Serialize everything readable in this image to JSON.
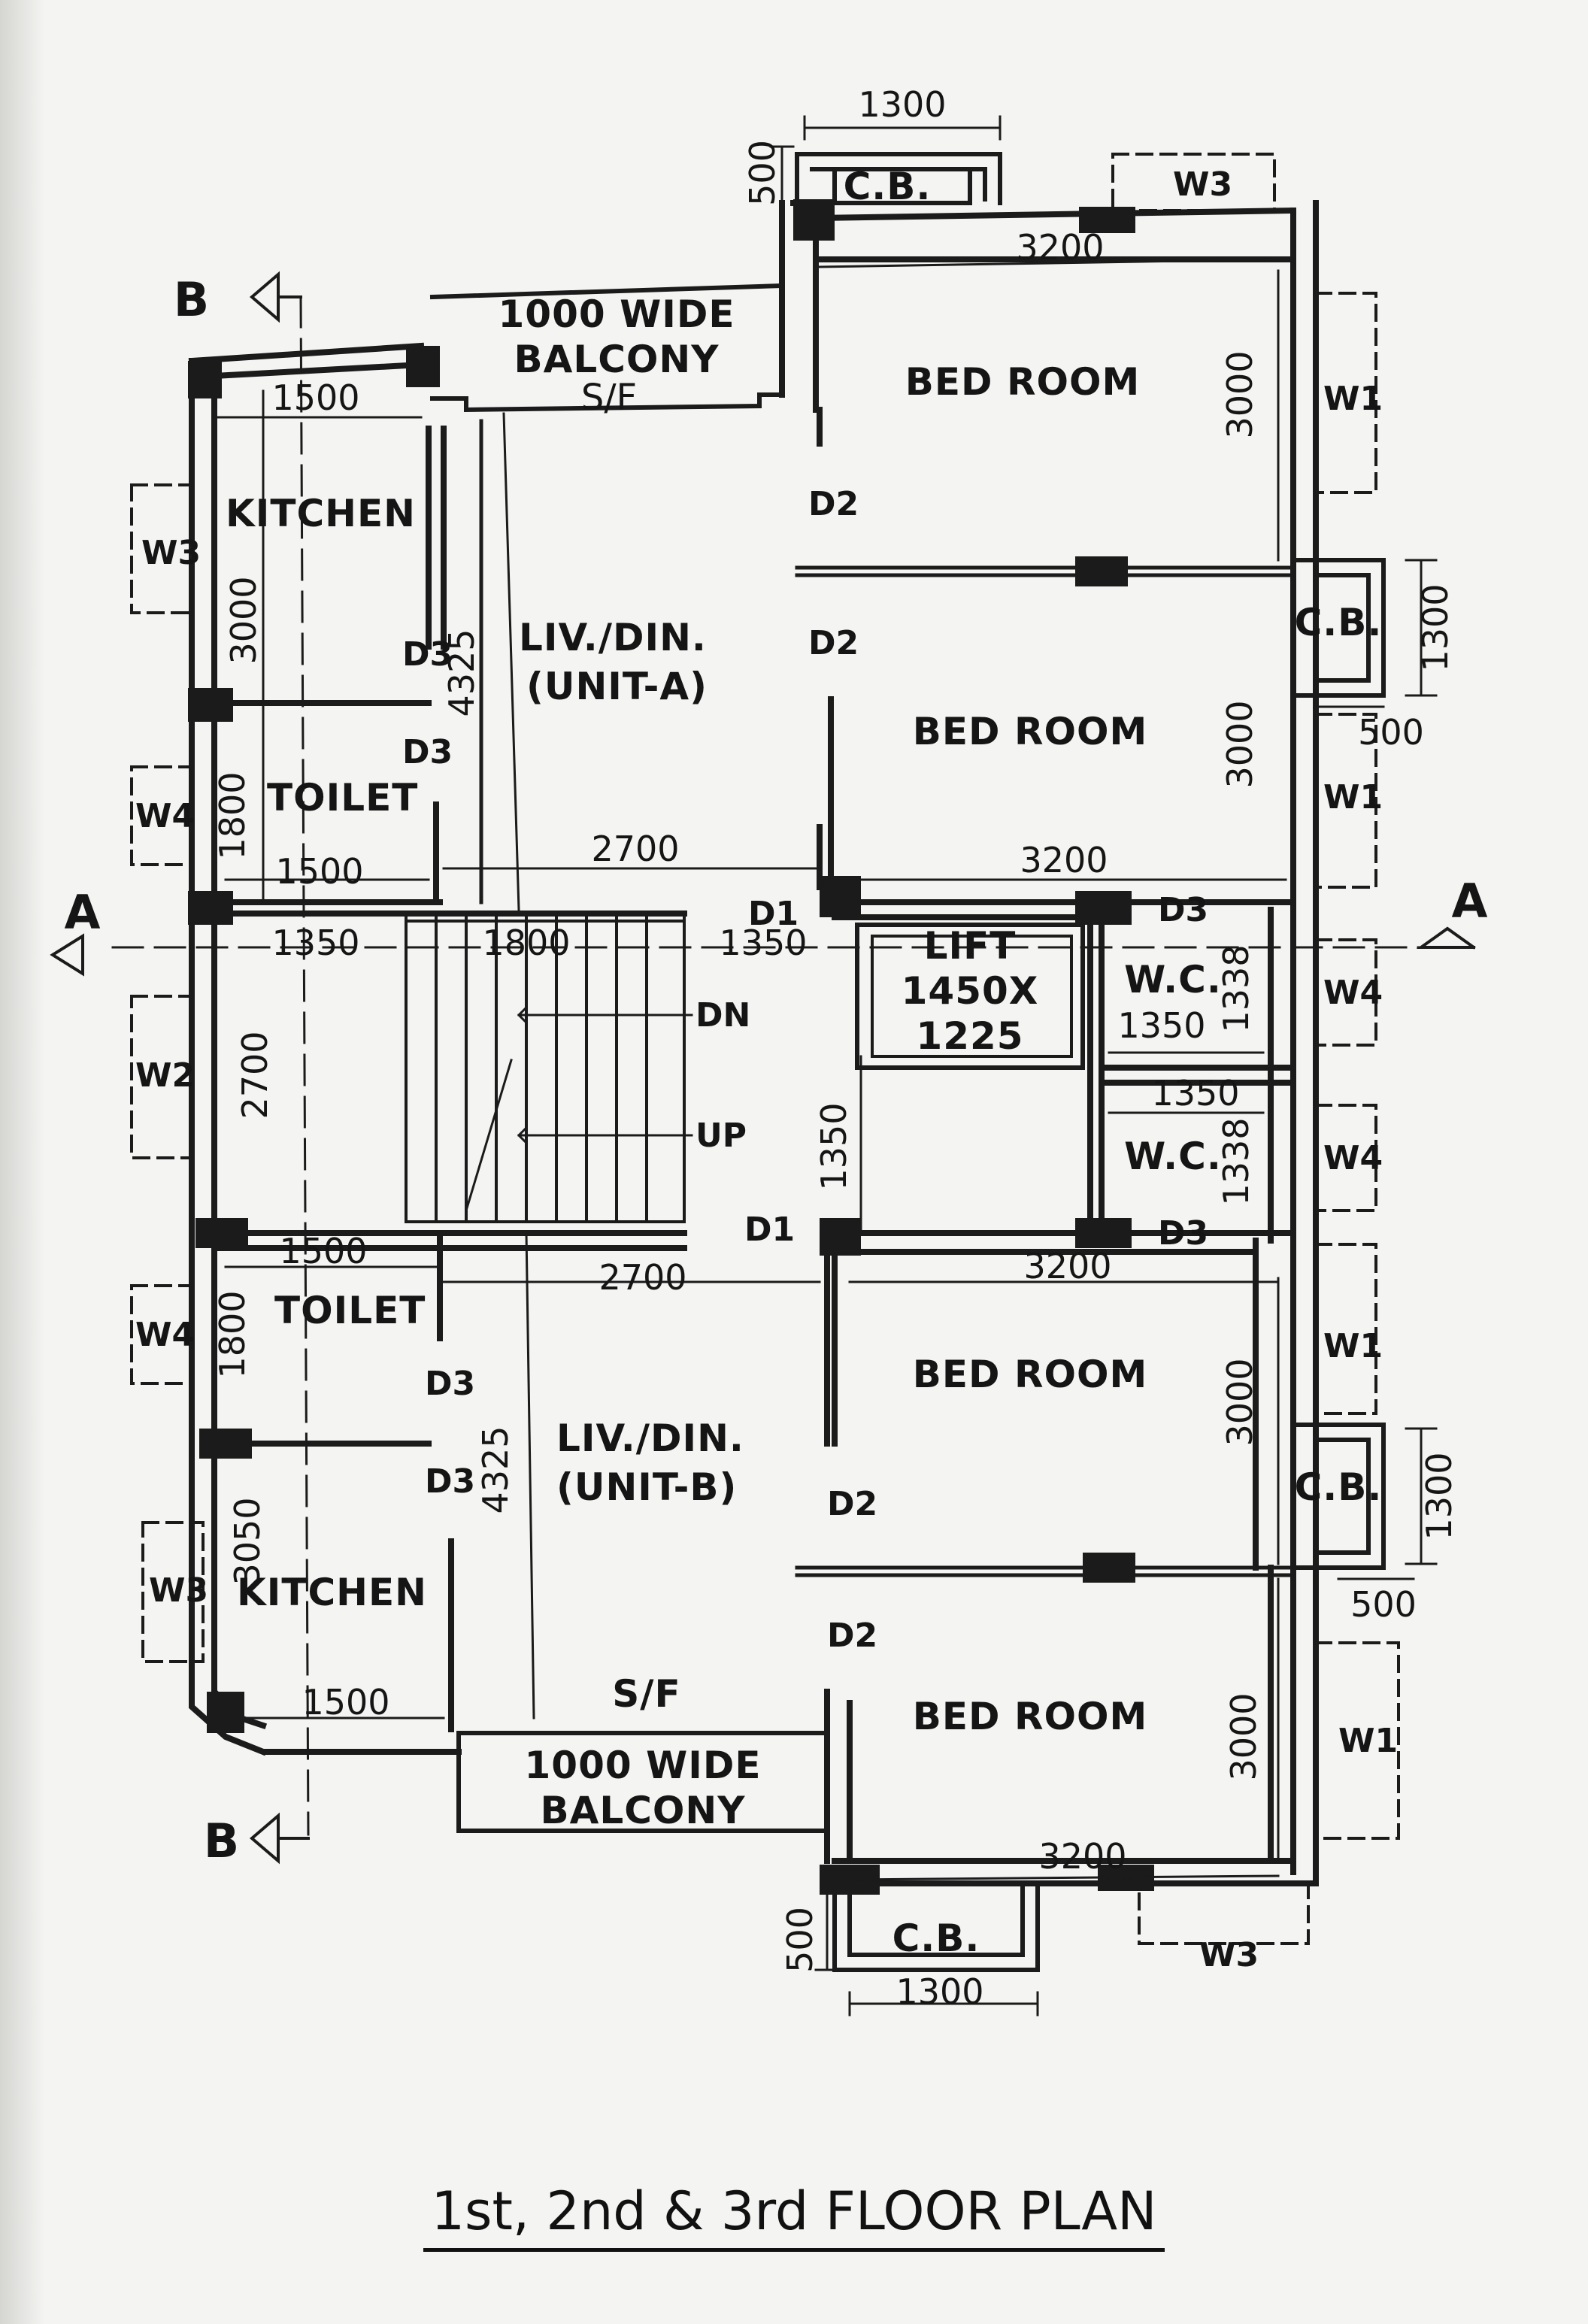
{
  "title": "1st, 2nd & 3rd FLOOR PLAN",
  "section_markers": {
    "a": "A",
    "b": "B"
  },
  "rooms": {
    "balcony_top_1": "1000 WIDE",
    "balcony_top_2": "BALCONY",
    "balcony_bottom_1": "1000 WIDE",
    "balcony_bottom_2": "BALCONY",
    "sf": "S/F",
    "bedroom": "BED ROOM",
    "kitchen": "KITCHEN",
    "toilet": "TOILET",
    "living_1": "LIV./DIN.",
    "unit_a": "(UNIT-A)",
    "unit_b": "(UNIT-B)",
    "cb": "C.B.",
    "lift_1": "LIFT",
    "lift_2": "1450X",
    "lift_3": "1225",
    "wc": "W.C.",
    "dn": "DN",
    "up": "UP"
  },
  "tags": {
    "d1": "D1",
    "d2": "D2",
    "d3": "D3",
    "w1": "W1",
    "w2": "W2",
    "w3": "W3",
    "w4": "W4"
  },
  "dims": {
    "d500": "500",
    "d1300": "1300",
    "d3200": "3200",
    "d3000": "3000",
    "d1500": "1500",
    "d4325": "4325",
    "d2700": "2700",
    "d1800": "1800",
    "d1350": "1350",
    "d1338": "1338",
    "d3050": "3050"
  }
}
